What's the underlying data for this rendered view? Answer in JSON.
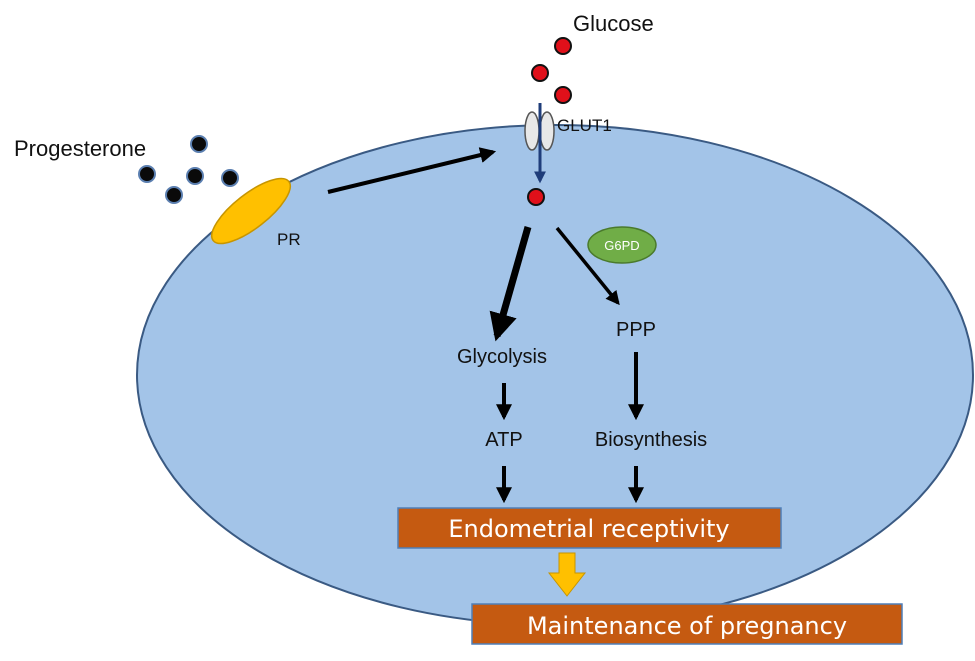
{
  "labels": {
    "glucose": "Glucose",
    "glut1": "GLUT1",
    "progesterone": "Progesterone",
    "pr": "PR",
    "g6pd": "G6PD",
    "glycolysis": "Glycolysis",
    "ppp": "PPP",
    "atp": "ATP",
    "biosynthesis": "Biosynthesis",
    "endometrial_receptivity": "Endometrial receptivity",
    "maintenance_of_pregnancy": "Maintenance of pregnancy"
  },
  "colors": {
    "cell_fill": "#a3c4e8",
    "cell_stroke": "#3a5a83",
    "glucose_dot": "#e0101a",
    "progesterone_dot": "#0a0a0a",
    "receptor_fill": "#ffc000",
    "g6pd_fill": "#70ad47",
    "outcome_box_fill": "#c55a11",
    "outcome_box_stroke": "#4f7fb8",
    "transition_arrow": "#ffc000",
    "glut1_arrow": "#1f3d7a",
    "arrow": "#000000"
  }
}
